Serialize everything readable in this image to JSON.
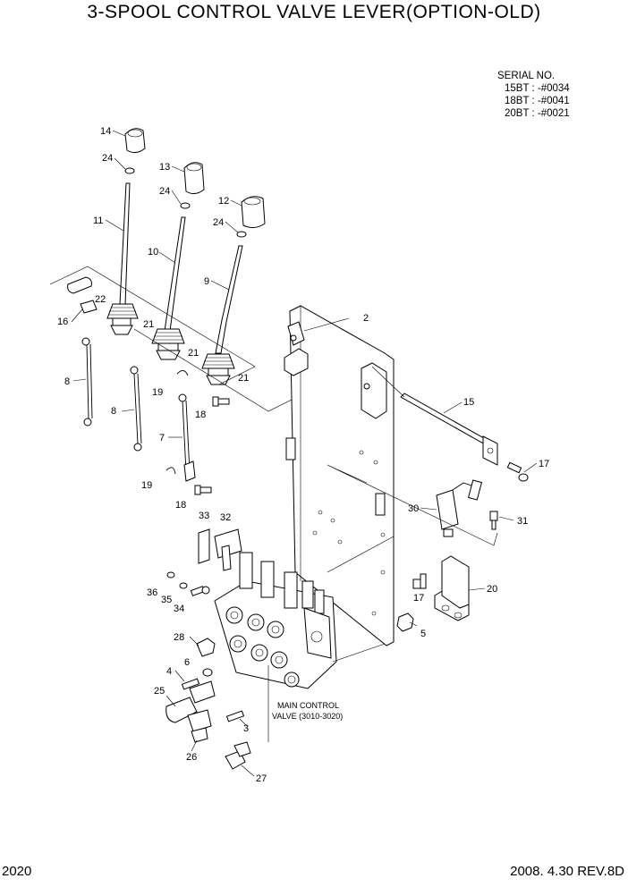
{
  "title": "3-SPOOL CONTROL VALVE LEVER(OPTION-OLD)",
  "serial": {
    "heading": "SERIAL NO.",
    "rows": [
      "15BT : -#0034",
      "18BT : -#0041",
      "20BT : -#0021"
    ]
  },
  "footer": {
    "page": "2020",
    "date_rev": "2008. 4.30  REV.8D"
  },
  "callouts": {
    "c14": "14",
    "c13": "13",
    "c12": "12",
    "c24a": "24",
    "c24b": "24",
    "c24c": "24",
    "c11": "11",
    "c10": "10",
    "c9": "9",
    "c22": "22",
    "c16": "16",
    "c21a": "21",
    "c21b": "21",
    "c21c": "21",
    "c2": "2",
    "c15": "15",
    "c17a": "17",
    "c17b": "17",
    "c8a": "8",
    "c8b": "8",
    "c7": "7",
    "c19a": "19",
    "c19b": "19",
    "c18a": "18",
    "c18b": "18",
    "c30": "30",
    "c31": "31",
    "c20": "20",
    "c5": "5",
    "c33": "33",
    "c32": "32",
    "c36": "36",
    "c35": "35",
    "c34": "34",
    "c28": "28",
    "c4": "4",
    "c6": "6",
    "c25": "25",
    "c26": "26",
    "c3": "3",
    "c27": "27"
  },
  "main_valve_label": [
    "MAIN CONTROL",
    "VALVE (3010-3020)"
  ]
}
